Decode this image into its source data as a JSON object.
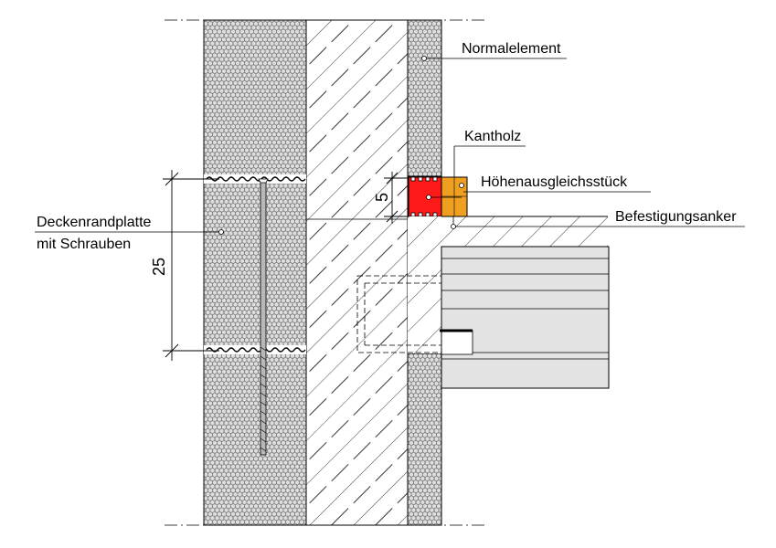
{
  "labels": {
    "normalelement": "Normalelement",
    "kantholz": "Kantholz",
    "hoehenausgleich": "Höhenausgleichsstück",
    "befestigungsanker": "Befestigungsanker",
    "deckenrand_line1": "Deckenrandplatte",
    "deckenrand_line2": "mit Schrauben"
  },
  "dimensions": {
    "small": "5",
    "large": "25"
  },
  "colors": {
    "hoehenausgleich": "#ff1a1a",
    "kantholz": "#f0a020",
    "slab": "#e3e3e3",
    "insulation_fill": "#dcdcdc",
    "line": "#000000"
  }
}
